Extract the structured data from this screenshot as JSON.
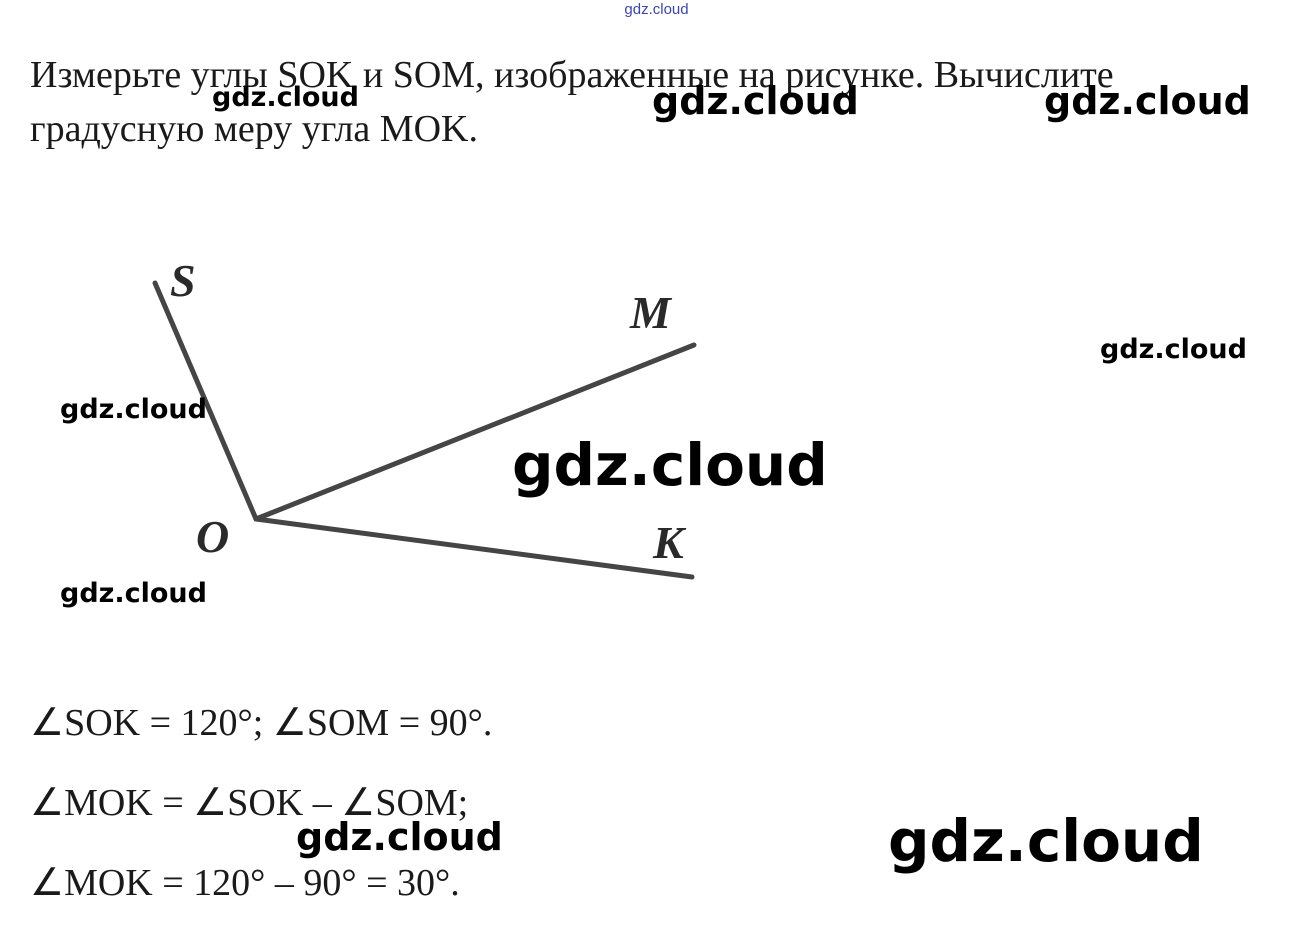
{
  "source_mark": "gdz.cloud",
  "problem": {
    "line1": "Измерьте углы SOK и SOM, изображенные на рисунке. Вычислите",
    "line2": "градусную меру угла MOK."
  },
  "figure": {
    "labels": {
      "s": "S",
      "m": "M",
      "o": "O",
      "k": "K"
    },
    "line_color": "#454545"
  },
  "solution": {
    "line1": "∠SOK = 120°; ∠SOM = 90°.",
    "line2": "∠MOK = ∠SOK – ∠SOM;",
    "line3": "∠MOK = 120° – 90° = 30°."
  },
  "watermarks": [
    "gdz.cloud",
    "gdz.cloud",
    "gdz.cloud",
    "gdz.cloud",
    "gdz.cloud",
    "gdz.cloud",
    "gdz.cloud",
    "gdz.cloud",
    "gdz.cloud"
  ]
}
